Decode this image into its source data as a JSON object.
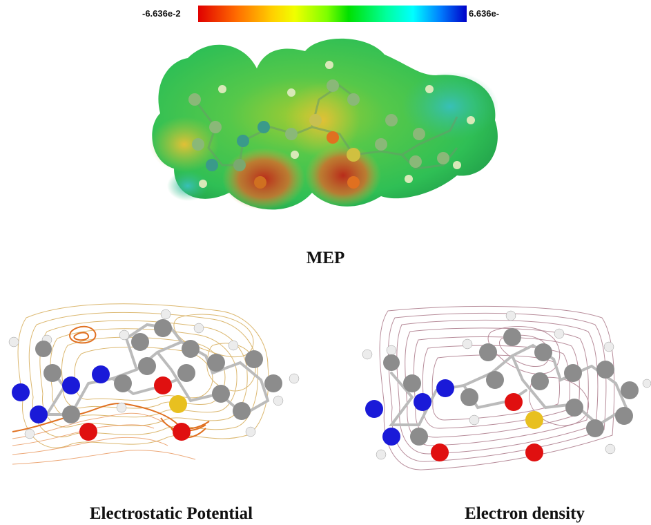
{
  "colorbar": {
    "min_label": "-6.636e-2",
    "max_label": "6.636e-",
    "gradient_colors": [
      "#e00000",
      "#ff6a00",
      "#ffd200",
      "#7dff00",
      "#00e000",
      "#00ffff",
      "#0080ff",
      "#0000c8"
    ]
  },
  "captions": {
    "mep": "MEP",
    "electrostatic": "Electrostatic Potential",
    "density": "Electron density"
  },
  "atom_colors": {
    "carbon": "#8c8c8c",
    "hydrogen": "#ececec",
    "nitrogen": "#1a1ad8",
    "oxygen": "#e01010",
    "sulfur": "#e8c020"
  },
  "contour_colors": {
    "electrostatic": "#d8b060",
    "electrostatic_strong": "#e07020",
    "density": "#b08090"
  }
}
